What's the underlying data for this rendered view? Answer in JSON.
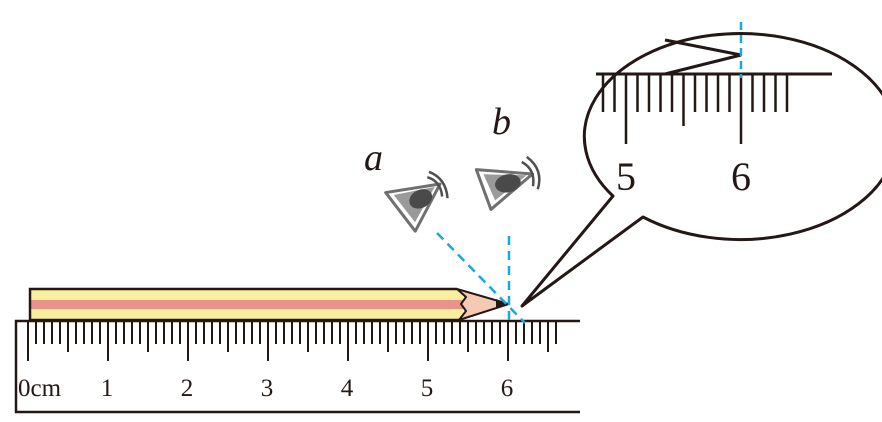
{
  "ruler": {
    "labels": [
      "0cm",
      "1",
      "2",
      "3",
      "4",
      "5",
      "6"
    ],
    "ticks_per_cm": 10
  },
  "eyes": {
    "a_label": "a",
    "b_label": "b"
  },
  "zoom": {
    "labels": [
      "5",
      "6"
    ]
  },
  "colors": {
    "line": "#231815",
    "dash": "#1aa7e0",
    "pencil_yellow": "#f9ef9c",
    "pencil_stripe": "#e9938a",
    "pencil_tip": "#f6c9b5",
    "eye": "#808080"
  }
}
